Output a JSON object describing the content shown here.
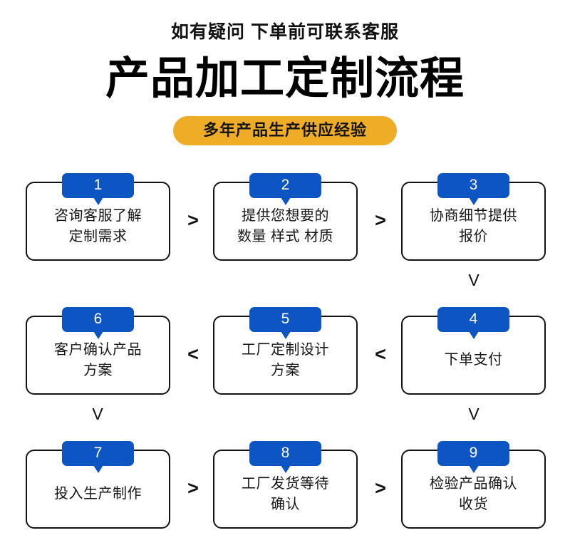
{
  "header": {
    "subtitle_top": "如有疑问 下单前可联系客服",
    "main_title": "产品加工定制流程",
    "pill_label": "多年产品生产供应经验"
  },
  "colors": {
    "badge_blue": "#0d55c2",
    "pill_orange": "#efad27",
    "box_border": "#131313",
    "text": "#161616",
    "background": "#ffffff"
  },
  "flow": {
    "rows": [
      {
        "direction": "left-to-right",
        "cells": [
          {
            "number": "1",
            "label": "咨询客服了解\n定制需求"
          },
          {
            "number": "2",
            "label": "提供您想要的\n数量 样式 材质"
          },
          {
            "number": "3",
            "label": "协商细节提供\n报价"
          }
        ],
        "connectors": [
          ">",
          ">"
        ],
        "down_connector": {
          "position": "right",
          "symbol": "V"
        }
      },
      {
        "direction": "right-to-left",
        "cells": [
          {
            "number": "6",
            "label": "客户确认产品\n方案"
          },
          {
            "number": "5",
            "label": "工厂定制设计\n方案"
          },
          {
            "number": "4",
            "label": "下单支付"
          }
        ],
        "connectors": [
          "<",
          "<"
        ],
        "down_connector": {
          "position": "both",
          "symbol": "V"
        }
      },
      {
        "direction": "left-to-right",
        "cells": [
          {
            "number": "7",
            "label": "投入生产制作"
          },
          {
            "number": "8",
            "label": "工厂发货等待\n确认"
          },
          {
            "number": "9",
            "label": "检验产品确认\n收货"
          }
        ],
        "connectors": [
          ">",
          ">"
        ],
        "down_connector": null
      }
    ]
  }
}
